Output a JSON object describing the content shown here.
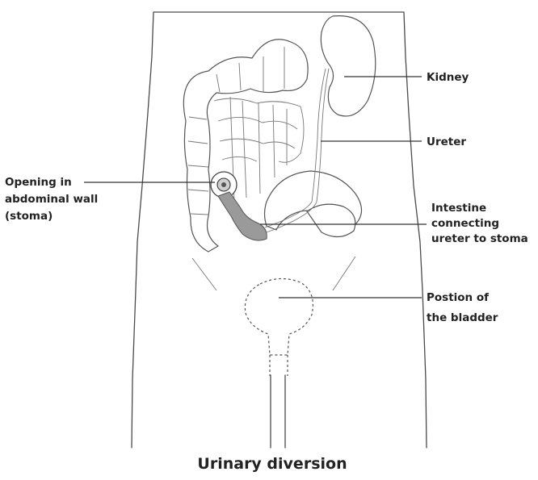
{
  "diagram": {
    "caption": "Urinary diversion",
    "labels": {
      "kidney": "Kidney",
      "ureter": "Ureter",
      "stoma": [
        "Opening in",
        "abdominal wall",
        "(stoma)"
      ],
      "intestine": [
        "Intestine",
        "connecting",
        "ureter to stoma"
      ],
      "bladder": [
        "Postion of",
        "the bladder"
      ]
    }
  }
}
